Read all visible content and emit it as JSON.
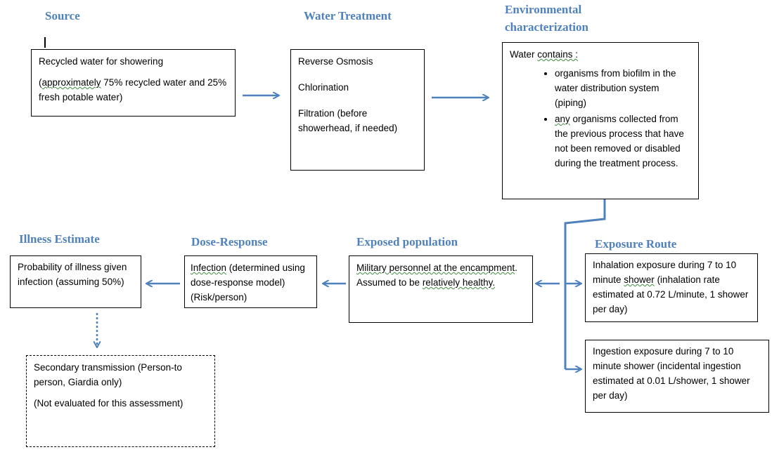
{
  "headings": {
    "source": "Source",
    "treatment": "Water Treatment",
    "environmental_line1": "Environmental",
    "environmental_line2": "characterization",
    "exposure_route": "Exposure Route",
    "exposed_population": "Exposed population",
    "dose_response": "Dose-Response",
    "illness_estimate": "Illness Estimate"
  },
  "source_box": {
    "line1": "Recycled water for showering",
    "line2_pre": "(",
    "line2_squig": "approximately",
    "line2_post": " 75% recycled water and 25% fresh potable water)"
  },
  "treatment_box": {
    "item1": "Reverse Osmosis",
    "item2": "Chlorination",
    "item3": "Filtration (before showerhead, if needed)"
  },
  "environmental_box": {
    "intro_pre": "Water ",
    "intro_squig": "contains :",
    "bullet1": "organisms from biofilm in the water distribution system (piping)",
    "bullet2_squig": "any",
    "bullet2_rest": " organisms collected from the previous process that have not been removed or disabled during the treatment process."
  },
  "inhalation_box": {
    "pre": "Inhalation exposure during 7 to 10 minute ",
    "squig": "shower",
    "post": "  (inhalation rate estimated at 0.72 L/minute, 1 shower per day)"
  },
  "ingestion_box": {
    "text": "Ingestion exposure during 7 to 10 minute shower   (incidental ingestion estimated at 0.01 L/shower, 1 shower per day)"
  },
  "population_box": {
    "squig1": "Military personnel at the encampment",
    "mid": ". Assumed to be ",
    "squig2": "relatively healthy."
  },
  "dose_box": {
    "squig": "Infection",
    "rest": "  (determined using dose-response model) (Risk/person)"
  },
  "illness_box": {
    "text": "Probability of illness given infection (assuming 50%)"
  },
  "secondary_box": {
    "line1": "Secondary transmission (Person-to person, Giardia only)",
    "line2": "(Not evaluated for this assessment)"
  },
  "colors": {
    "heading": "#4f81bd",
    "arrow": "#4f81bd",
    "border": "#000000"
  }
}
